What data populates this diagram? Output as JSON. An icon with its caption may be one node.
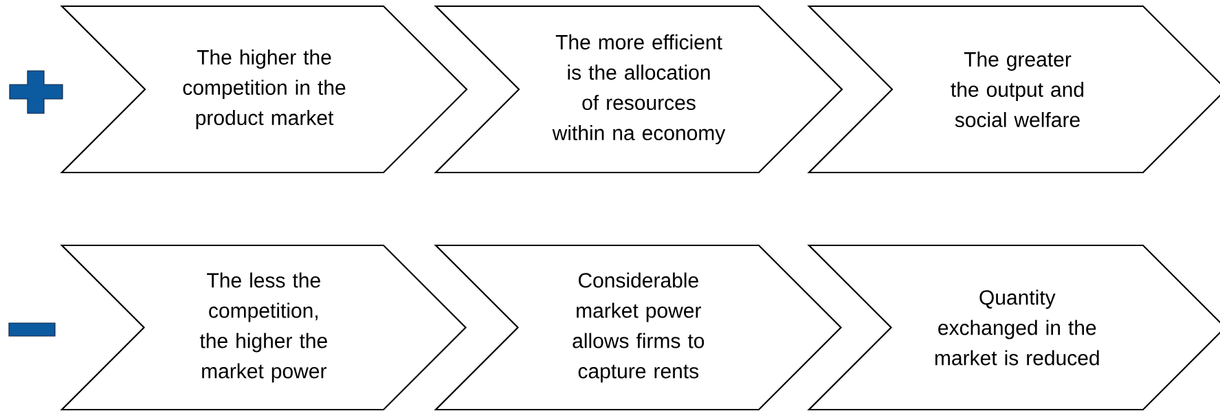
{
  "diagram": {
    "nodes": [
      {
        "text": [
          "The higher the competition in the product market"
        ]
      },
      {
        "text": [
          "The more efficient is the allocation of resources within na economy"
        ]
      },
      {
        "text": [
          "The greater the output and social welfare"
        ]
      },
      {
        "text": [
          "The less the competition, the higher the market power"
        ]
      },
      {
        "text": [
          "Considerable market power allows firms to capture rents"
        ]
      },
      {
        "text": [
          "Quantity exchanged in the market is reduced"
        ]
      }
    ]
  }
}
